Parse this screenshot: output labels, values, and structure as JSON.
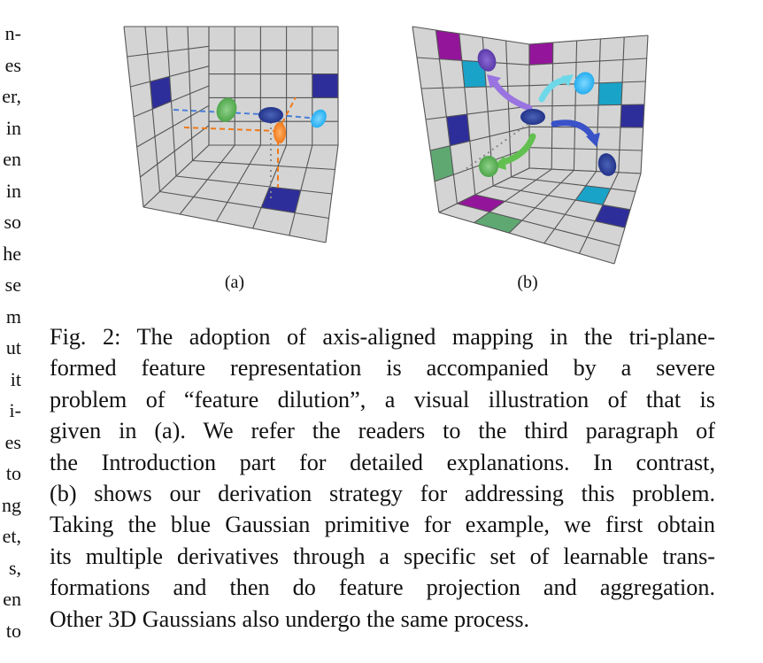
{
  "left_column_fragments": [
    "n-",
    "es",
    "er,",
    "in",
    "en",
    "in",
    "so",
    "he",
    "se",
    "m",
    "ut",
    "it",
    "i-",
    "es",
    "to",
    "ng",
    "et,",
    "s,",
    "en",
    "to"
  ],
  "figure": {
    "subcaption_a": "(a)",
    "subcaption_b": "(b)"
  },
  "caption_lines": [
    "Fig. 2: The adoption of axis-aligned mapping in the tri-plane-",
    "formed feature representation is accompanied by a severe",
    "problem of “feature dilution”, a visual illustration of that is",
    "given in (a). We refer the readers to the third paragraph of",
    "the Introduction part for detailed explanations. In contrast,",
    "(b) shows our derivation strategy for addressing this problem.",
    "Taking the blue Gaussian primitive for example, we first obtain",
    "its multiple derivatives through a specific set of learnable trans-",
    "formations and then do feature projection and aggregation.",
    "Other 3D Gaussians also undergo the same process."
  ],
  "colors": {
    "grid_cell": "#d4d4d4",
    "grid_line": "#555555",
    "dark_blue": "#2e2e9a",
    "purple": "#93169a",
    "teal": "#1aa3c8",
    "green": "#5fa872",
    "orange": "#f58a2a",
    "light_blue": "#3ab0ee"
  }
}
